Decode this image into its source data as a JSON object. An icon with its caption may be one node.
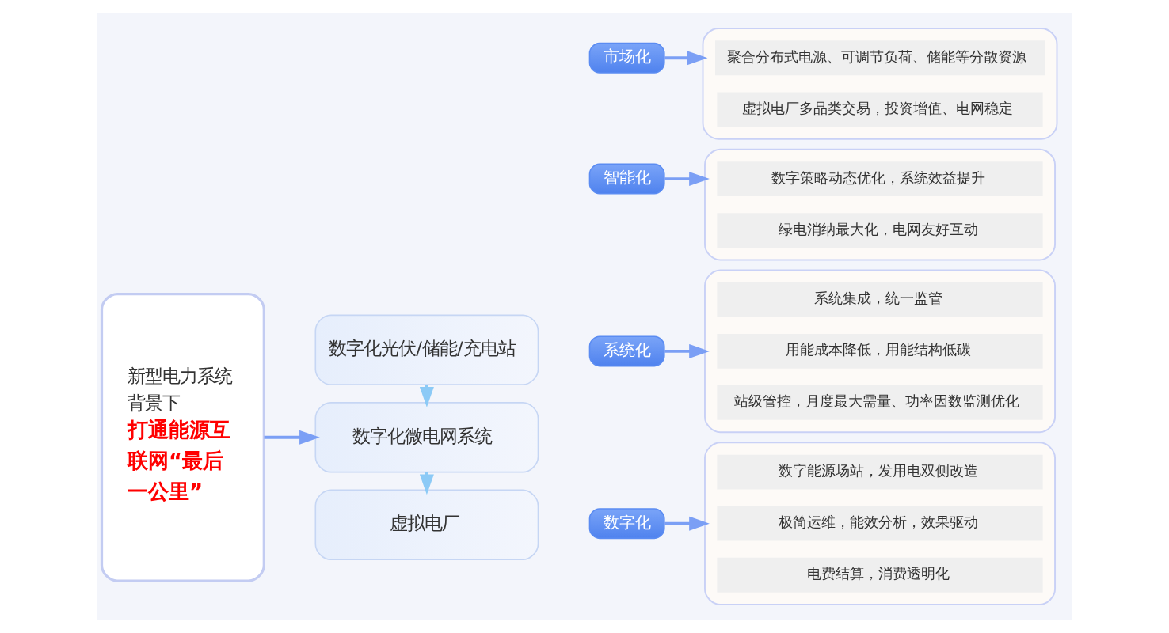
{
  "diagram": {
    "nodes": [
      {
        "text": [
          "新型电力系统背景下",
          "打通能源互联网“最后一公里”"
        ]
      },
      {
        "text": [
          "数字化光伏/储能/充电站"
        ]
      },
      {
        "text": [
          "数字化微电网系统"
        ]
      },
      {
        "text": [
          "虚拟电厂"
        ]
      },
      {
        "text": [
          "市场化"
        ]
      },
      {
        "text": [],
        "shape": "box"
      },
      {
        "text": [
          "聚合分布式电源、可调节负荷、储能等分散资源"
        ],
        "in": 5
      },
      {
        "text": [
          "虚拟电厂多品类交易，投资增值、电网稳定"
        ],
        "in": 5
      },
      {
        "text": [
          "智能化"
        ]
      },
      {
        "text": [],
        "shape": "box"
      },
      {
        "text": [
          "数字策略动态优化，系统效益提升"
        ],
        "in": 9
      },
      {
        "text": [
          "绿电消纳最大化，电网友好互动"
        ],
        "in": 9
      },
      {
        "text": [
          "系统化"
        ]
      },
      {
        "text": [],
        "shape": "box"
      },
      {
        "text": [
          "系统集成，统一监管"
        ],
        "in": 13
      },
      {
        "text": [
          "用能成本降低，用能结构低碳"
        ],
        "in": 13
      },
      {
        "text": [
          "站级管控，月度最大需量、功率因数监测优化"
        ],
        "in": 13
      },
      {
        "text": [
          "数字化"
        ]
      },
      {
        "text": [],
        "shape": "box"
      },
      {
        "text": [
          "数字能源场站，发用电双侧改造"
        ],
        "in": 18
      },
      {
        "text": [
          "极简运维，能效分析，效果驱动"
        ],
        "in": 18
      },
      {
        "text": [
          "电费结算，消费透明化"
        ],
        "in": 18
      }
    ],
    "edges": [
      {
        "from": 0,
        "to": 2,
        "arrow": "to"
      },
      {
        "from": 1,
        "to": 2,
        "arrow": "to",
        "color": "#8ccaf6"
      },
      {
        "from": 2,
        "to": 3,
        "arrow": "to",
        "color": "#8ccaf6"
      },
      {
        "from": 4,
        "to": 5,
        "arrow": "to"
      },
      {
        "from": 8,
        "to": 9,
        "arrow": "to"
      },
      {
        "from": 12,
        "to": 13,
        "arrow": "to"
      },
      {
        "from": 17,
        "to": 18,
        "arrow": "to"
      }
    ]
  }
}
